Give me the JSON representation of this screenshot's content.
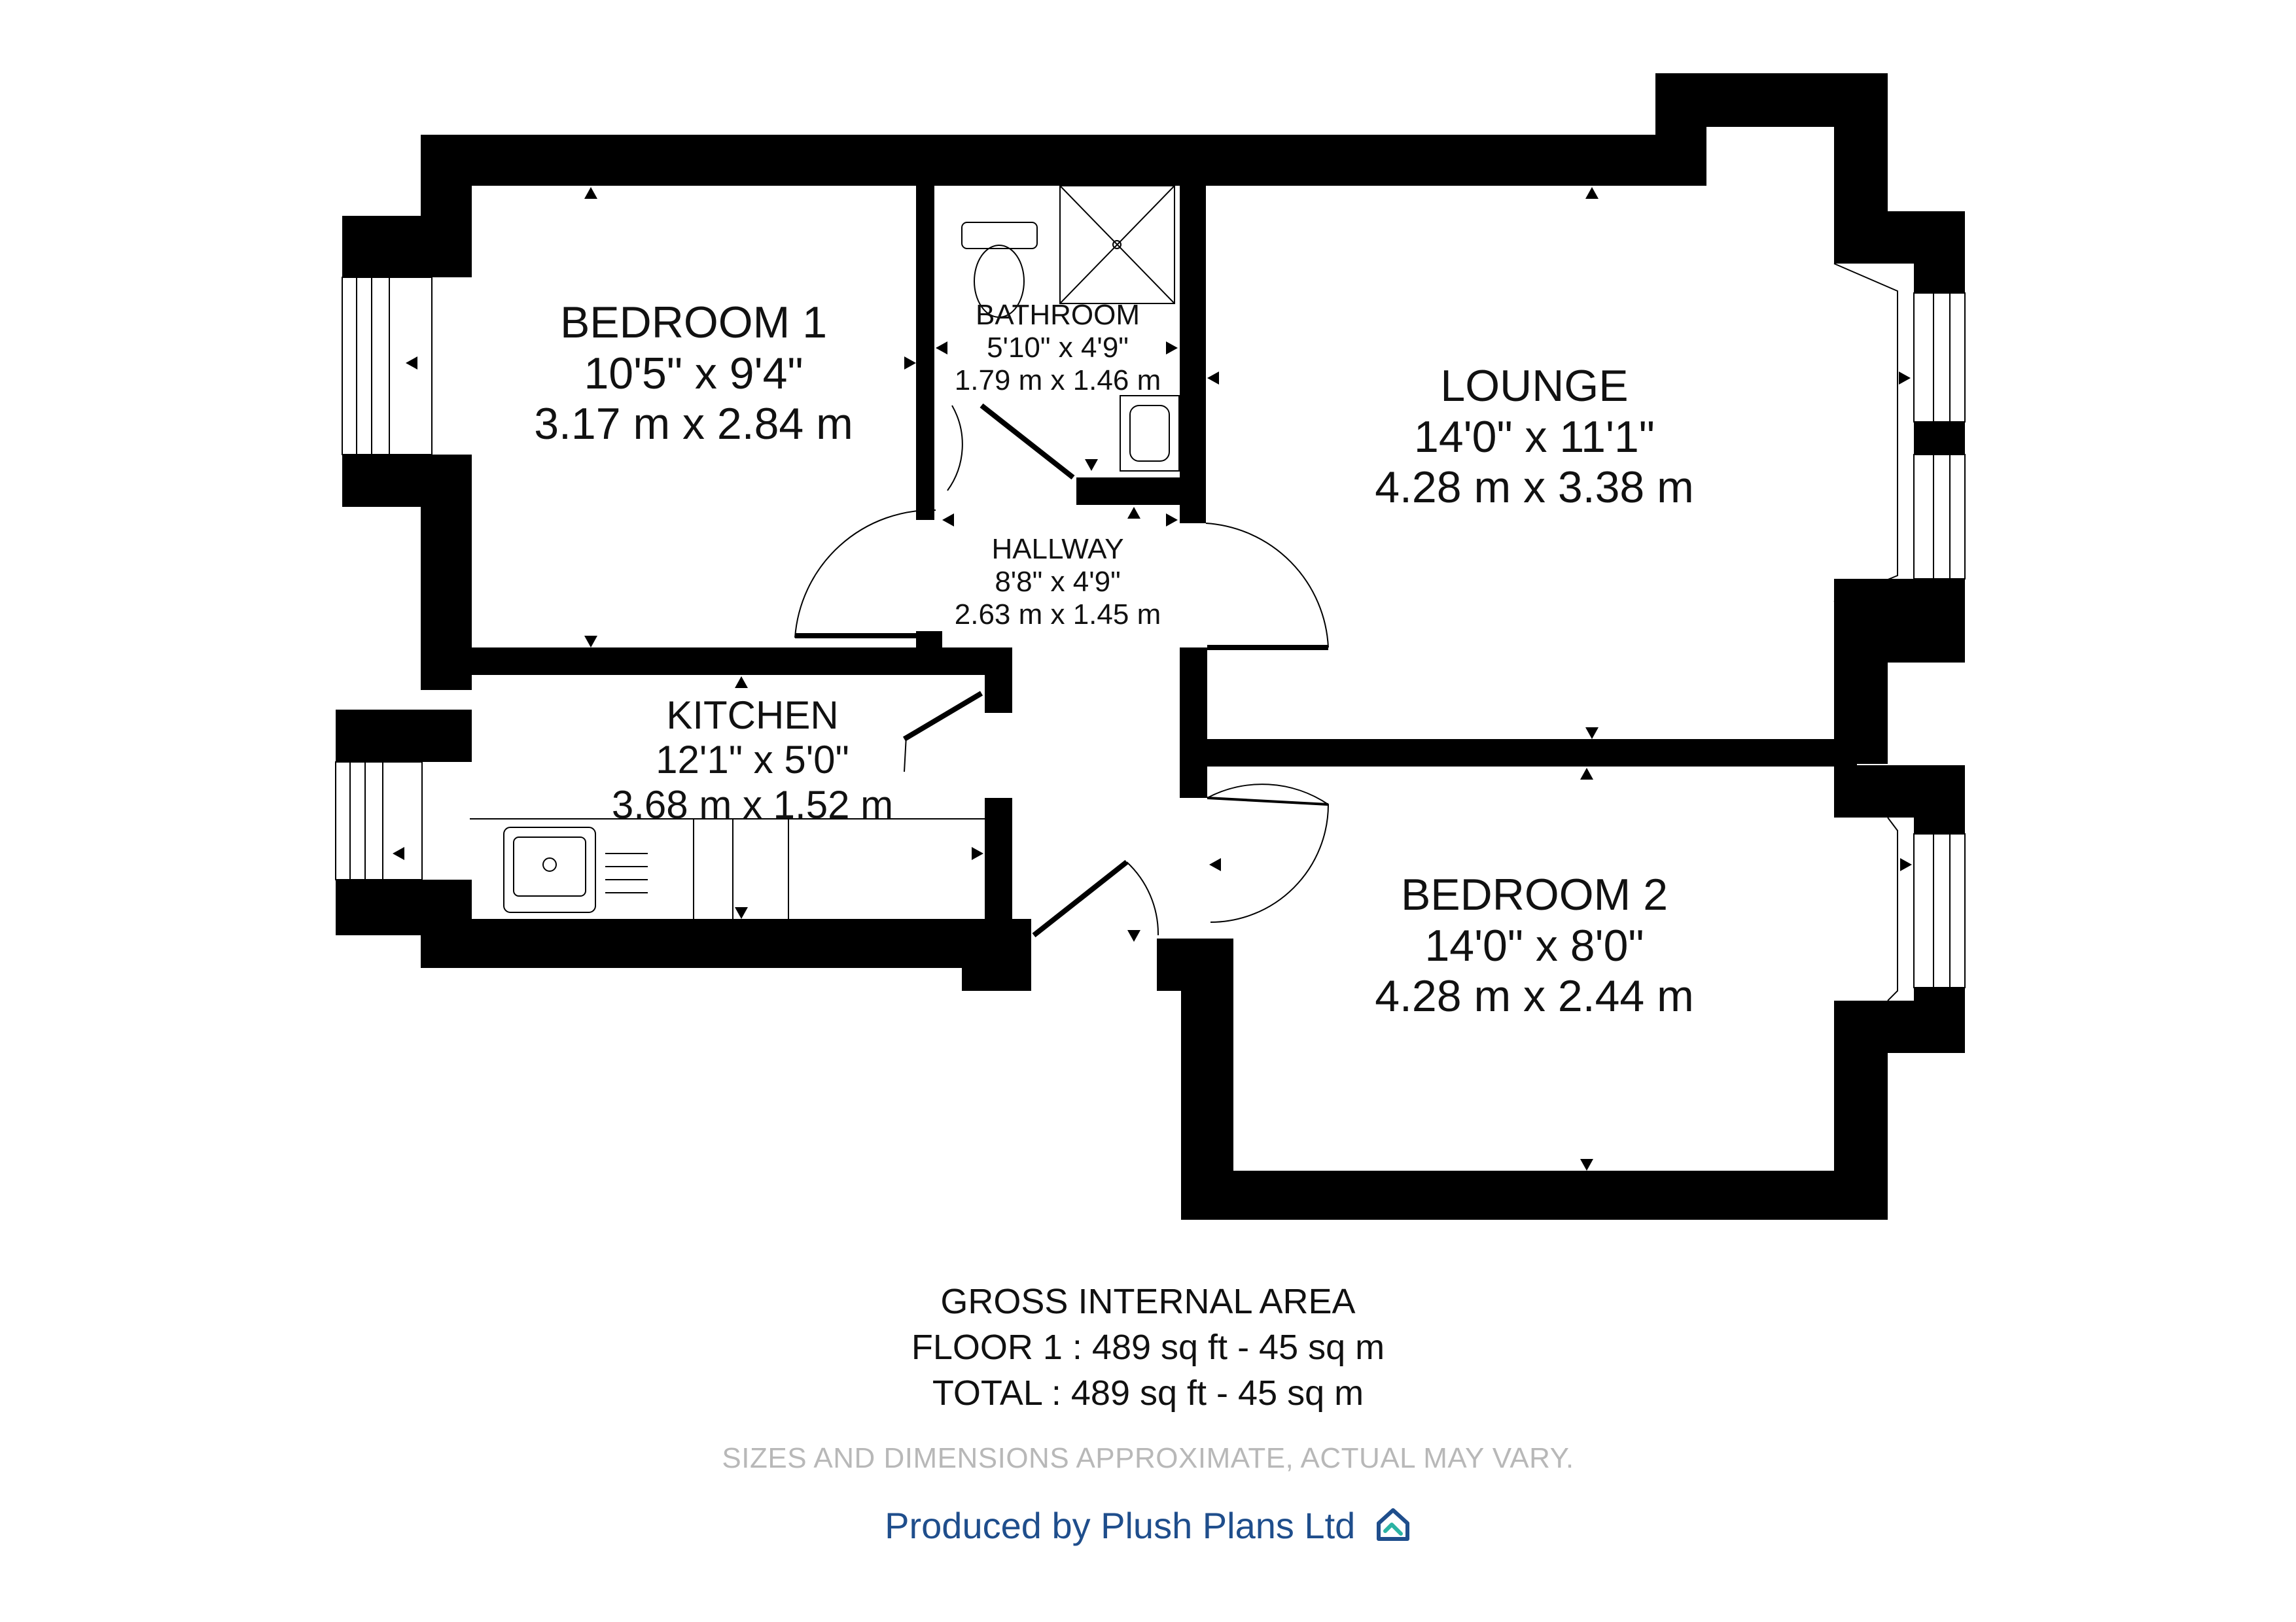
{
  "rooms": {
    "bedroom1": {
      "name": "BEDROOM 1",
      "imperial": "10'5\" x 9'4\"",
      "metric": "3.17 m x 2.84 m"
    },
    "bathroom": {
      "name": "BATHROOM",
      "imperial": "5'10\" x 4'9\"",
      "metric": "1.79 m x 1.46 m"
    },
    "lounge": {
      "name": "LOUNGE",
      "imperial": "14'0\" x 11'1\"",
      "metric": "4.28 m x 3.38 m"
    },
    "hallway": {
      "name": "HALLWAY",
      "imperial": "8'8\" x 4'9\"",
      "metric": "2.63 m x 1.45 m"
    },
    "kitchen": {
      "name": "KITCHEN",
      "imperial": "12'1\" x 5'0\"",
      "metric": "3.68 m x 1.52 m"
    },
    "bedroom2": {
      "name": "BEDROOM 2",
      "imperial": "14'0\" x 8'0\"",
      "metric": "4.28 m x 2.44 m"
    }
  },
  "area": {
    "heading": "GROSS INTERNAL AREA",
    "floor1": "FLOOR 1 : 489 sq ft - 45 sq m",
    "total": "TOTAL : 489 sq ft - 45 sq m"
  },
  "disclaimer": "SIZES AND DIMENSIONS APPROXIMATE, ACTUAL MAY VARY.",
  "producer": "Produced by Plush Plans Ltd",
  "colors": {
    "wall": "#000000",
    "brand": "#1f4e8c",
    "logo_accent": "#2bb3a3",
    "disclaimer": "#b8b8b8"
  }
}
